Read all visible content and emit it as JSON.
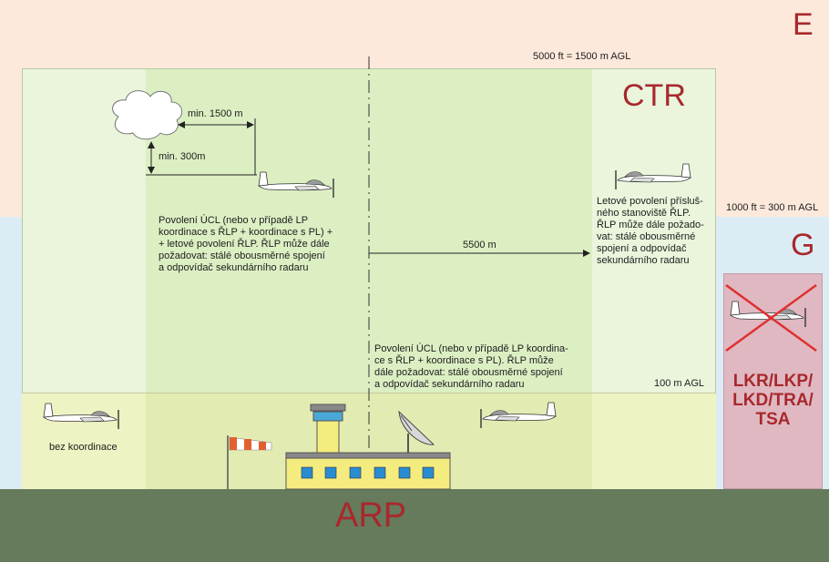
{
  "zones": {
    "upper_class": "E",
    "lower_class": "G",
    "ctr_label": "CTR",
    "arp_label": "ARP",
    "restricted_label": [
      "LKR/LKP/",
      "LKD/TRA/",
      "TSA"
    ]
  },
  "altitudes": {
    "ctr_ceiling": "5000 ft = 1500 m AGL",
    "class_g_ceiling": "1000 ft = 300 m AGL",
    "low_level": "100 m AGL"
  },
  "distances": {
    "horizontal_cloud": "min. 1500 m",
    "vertical_cloud": "min. 300m",
    "ctr_radius": "5500 m"
  },
  "notes": {
    "ctr_core": [
      "Povolení ÚCL (nebo v případě LP",
      "koordinace s ŘLP + koordinace s PL) +",
      "+ letové povolení ŘLP. ŘLP může dále",
      "požadovat: stálé obousměrné spojení",
      "a odpovídač sekundárního radaru"
    ],
    "ctr_outer": [
      "Letové povolení přísluš-",
      "ného stanoviště ŘLP.",
      "ŘLP může dále požado-",
      "vat: stálé obousměrné",
      "spojení a odpovídač",
      "sekundárního radaru"
    ],
    "low_core": [
      "Povolení ÚCL (nebo v případě LP koordina-",
      "ce s ŘLP + koordinace s PL). ŘLP může",
      "dále požadovat: stálé obousměrné spojení",
      "a odpovídač sekundárního radaru"
    ],
    "no_coordination": "bez koordinace"
  },
  "colors": {
    "class_label": "#a8282c",
    "ground": "#667a5c",
    "restricted_cross": "#e03030"
  },
  "icons": [
    "cloud-icon",
    "glider-icon",
    "control-tower-icon",
    "windsock-icon",
    "radar-dish-icon"
  ]
}
